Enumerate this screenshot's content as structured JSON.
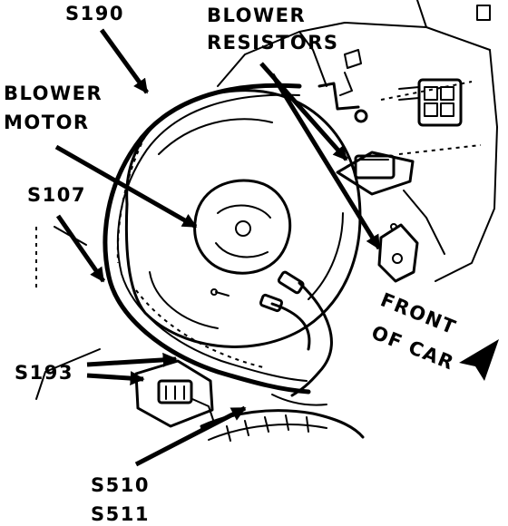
{
  "labels": {
    "s190": "S190",
    "blower_resistors_line1": "BLOWER",
    "blower_resistors_line2": "RESISTORS",
    "blower_motor_line1": "BLOWER",
    "blower_motor_line2": "MOTOR",
    "s107": "S107",
    "s193": "S193",
    "s510": "S510",
    "s511": "S511",
    "front_of_car_line1": "FRONT",
    "front_of_car_line2": "OF CAR"
  }
}
